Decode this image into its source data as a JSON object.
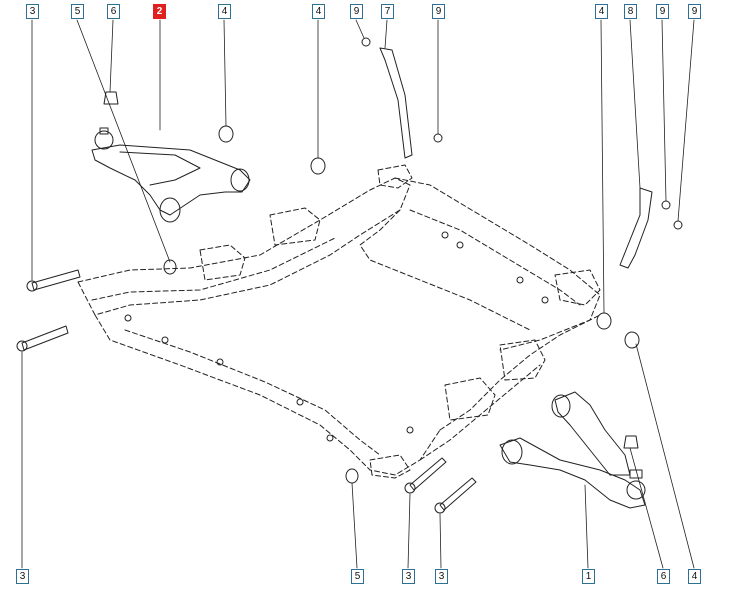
{
  "diagram": {
    "highlight_color": "#e02020",
    "line_color": "#222222",
    "callouts": [
      {
        "id": "t3a",
        "label": "3",
        "highlighted": false
      },
      {
        "id": "t5a",
        "label": "5",
        "highlighted": false
      },
      {
        "id": "t6a",
        "label": "6",
        "highlighted": false
      },
      {
        "id": "t2",
        "label": "2",
        "highlighted": true
      },
      {
        "id": "t4a",
        "label": "4",
        "highlighted": false
      },
      {
        "id": "t4b",
        "label": "4",
        "highlighted": false
      },
      {
        "id": "t9a",
        "label": "9",
        "highlighted": false
      },
      {
        "id": "t7",
        "label": "7",
        "highlighted": false
      },
      {
        "id": "t9b",
        "label": "9",
        "highlighted": false
      },
      {
        "id": "t4c",
        "label": "4",
        "highlighted": false
      },
      {
        "id": "t8",
        "label": "8",
        "highlighted": false
      },
      {
        "id": "t9c",
        "label": "9",
        "highlighted": false
      },
      {
        "id": "t9d",
        "label": "9",
        "highlighted": false
      },
      {
        "id": "b3a",
        "label": "3",
        "highlighted": false
      },
      {
        "id": "b5",
        "label": "5",
        "highlighted": false
      },
      {
        "id": "b3b",
        "label": "3",
        "highlighted": false
      },
      {
        "id": "b3c",
        "label": "3",
        "highlighted": false
      },
      {
        "id": "b1",
        "label": "1",
        "highlighted": false
      },
      {
        "id": "b6",
        "label": "6",
        "highlighted": false
      },
      {
        "id": "b4",
        "label": "4",
        "highlighted": false
      }
    ]
  }
}
